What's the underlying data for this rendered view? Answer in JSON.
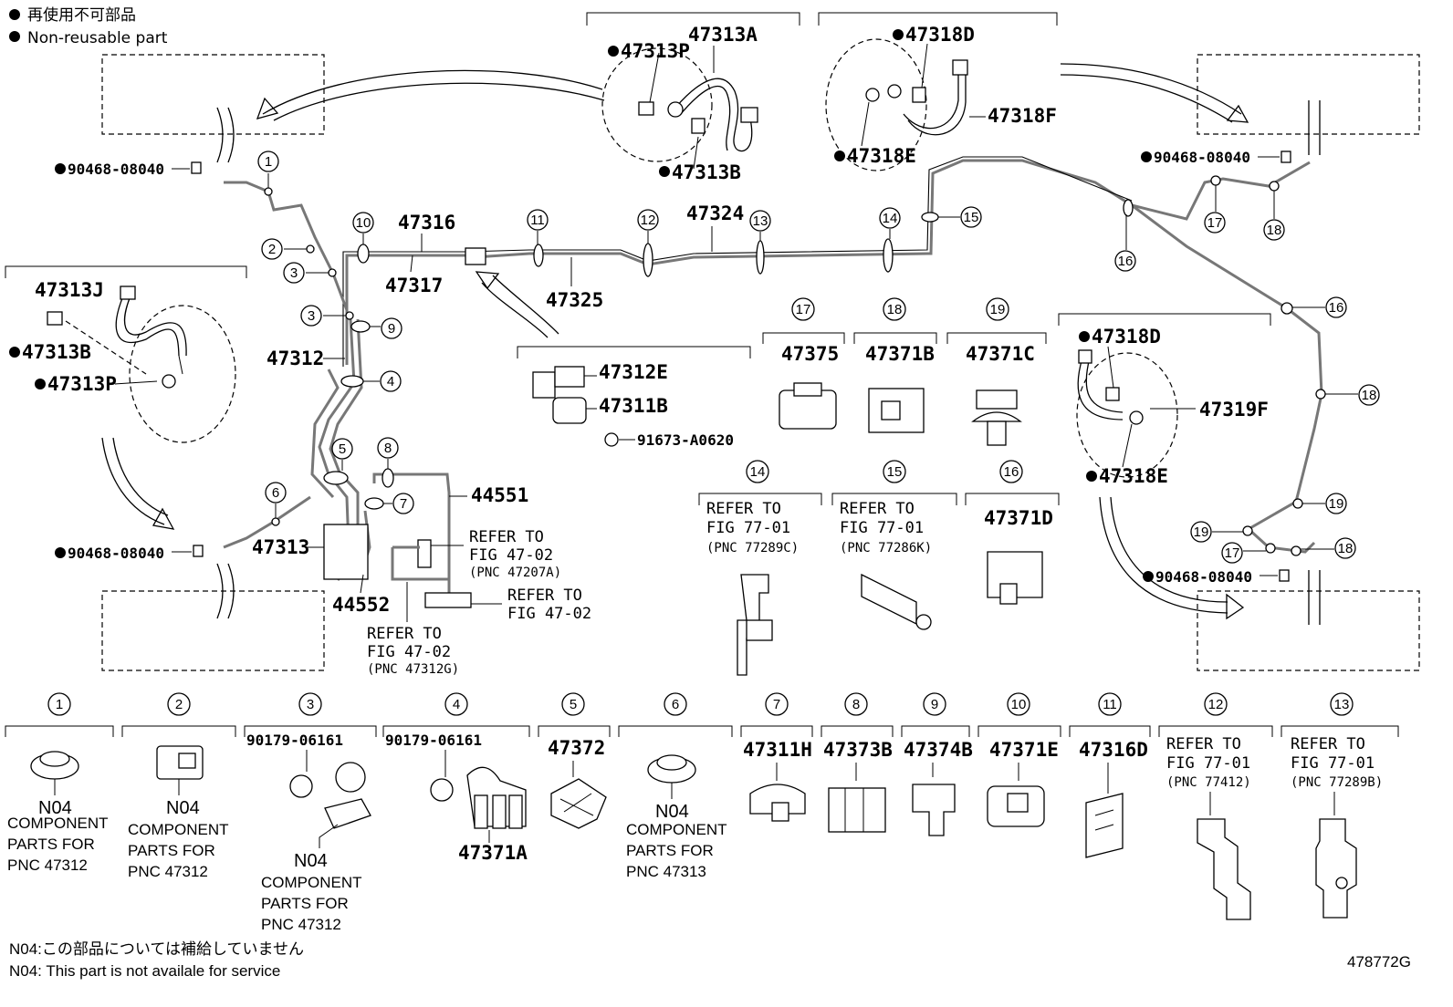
{
  "legend": {
    "line1": "再使用不可部品",
    "line2": "Non-reusable part"
  },
  "parts": {
    "p47313A": "47313A",
    "p47313P_top": "47313P",
    "p47313B_top": "47313B",
    "p47318D_top": "47318D",
    "p47318F": "47318F",
    "p47318E_top": "47318E",
    "p90468_tl": "90468-08040",
    "p90468_tr": "90468-08040",
    "p90468_ml": "90468-08040",
    "p90468_mr": "90468-08040",
    "p47316": "47316",
    "p47317": "47317",
    "p47324": "47324",
    "p47325": "47325",
    "p47313J": "47313J",
    "p47313B_left": "47313B",
    "p47313P_left": "47313P",
    "p47312": "47312",
    "p47313": "47313",
    "p44551": "44551",
    "p44552": "44552",
    "p47312E": "47312E",
    "p47311B": "47311B",
    "p91673": "91673-A0620",
    "p47318D_right": "47318D",
    "p47319F": "47319F",
    "p47318E_right": "47318E"
  },
  "refs": {
    "r47_1a": "REFER TO",
    "r47_1b": "FIG 47-02",
    "r47_1c": "(PNC 47207A)",
    "r47_2a": "REFER TO",
    "r47_2b": "FIG 47-02",
    "r47_3a": "REFER TO",
    "r47_3b": "FIG 47-02",
    "r47_3c": "(PNC 47312G)"
  },
  "callouts": [
    "1",
    "2",
    "3",
    "4",
    "5",
    "6",
    "7",
    "8",
    "9",
    "10",
    "11",
    "12",
    "13",
    "14",
    "15",
    "16",
    "17",
    "18",
    "19"
  ],
  "mid_items": {
    "i17": {
      "num": "17",
      "part": "47375"
    },
    "i18": {
      "num": "18",
      "part": "47371B"
    },
    "i19": {
      "num": "19",
      "part": "47371C"
    },
    "i14": {
      "num": "14",
      "l1": "REFER TO",
      "l2": "FIG 77-01",
      "l3": "(PNC 77289C)"
    },
    "i15": {
      "num": "15",
      "l1": "REFER TO",
      "l2": "FIG 77-01",
      "l3": "(PNC 77286K)"
    },
    "i16": {
      "num": "16",
      "part": "47371D"
    }
  },
  "bottom_items": {
    "b1": {
      "num": "1",
      "n04": "N04",
      "l1": "COMPONENT",
      "l2": "PARTS FOR",
      "l3": "PNC 47312"
    },
    "b2": {
      "num": "2",
      "n04": "N04",
      "l1": "COMPONENT",
      "l2": "PARTS FOR",
      "l3": "PNC 47312"
    },
    "b3": {
      "num": "3",
      "sub": "90179-06161",
      "n04": "N04",
      "l1": "COMPONENT",
      "l2": "PARTS FOR",
      "l3": "PNC 47312"
    },
    "b4": {
      "num": "4",
      "sub": "90179-06161",
      "part": "47371A"
    },
    "b5": {
      "num": "5",
      "part": "47372"
    },
    "b6": {
      "num": "6",
      "n04": "N04",
      "l1": "COMPONENT",
      "l2": "PARTS FOR",
      "l3": "PNC 47313"
    },
    "b7": {
      "num": "7",
      "part": "47311H"
    },
    "b8": {
      "num": "8",
      "part": "47373B"
    },
    "b9": {
      "num": "9",
      "part": "47374B"
    },
    "b10": {
      "num": "10",
      "part": "47371E"
    },
    "b11": {
      "num": "11",
      "part": "47316D"
    },
    "b12": {
      "num": "12",
      "l1": "REFER TO",
      "l2": "FIG 77-01",
      "l3": "(PNC 77412)"
    },
    "b13": {
      "num": "13",
      "l1": "REFER TO",
      "l2": "FIG 77-01",
      "l3": "(PNC 77289B)"
    }
  },
  "footer": {
    "note_jp": "N04:この部品については補給していません",
    "note_en": "N04: This part is not availale for service",
    "figure_id": "478772G"
  }
}
